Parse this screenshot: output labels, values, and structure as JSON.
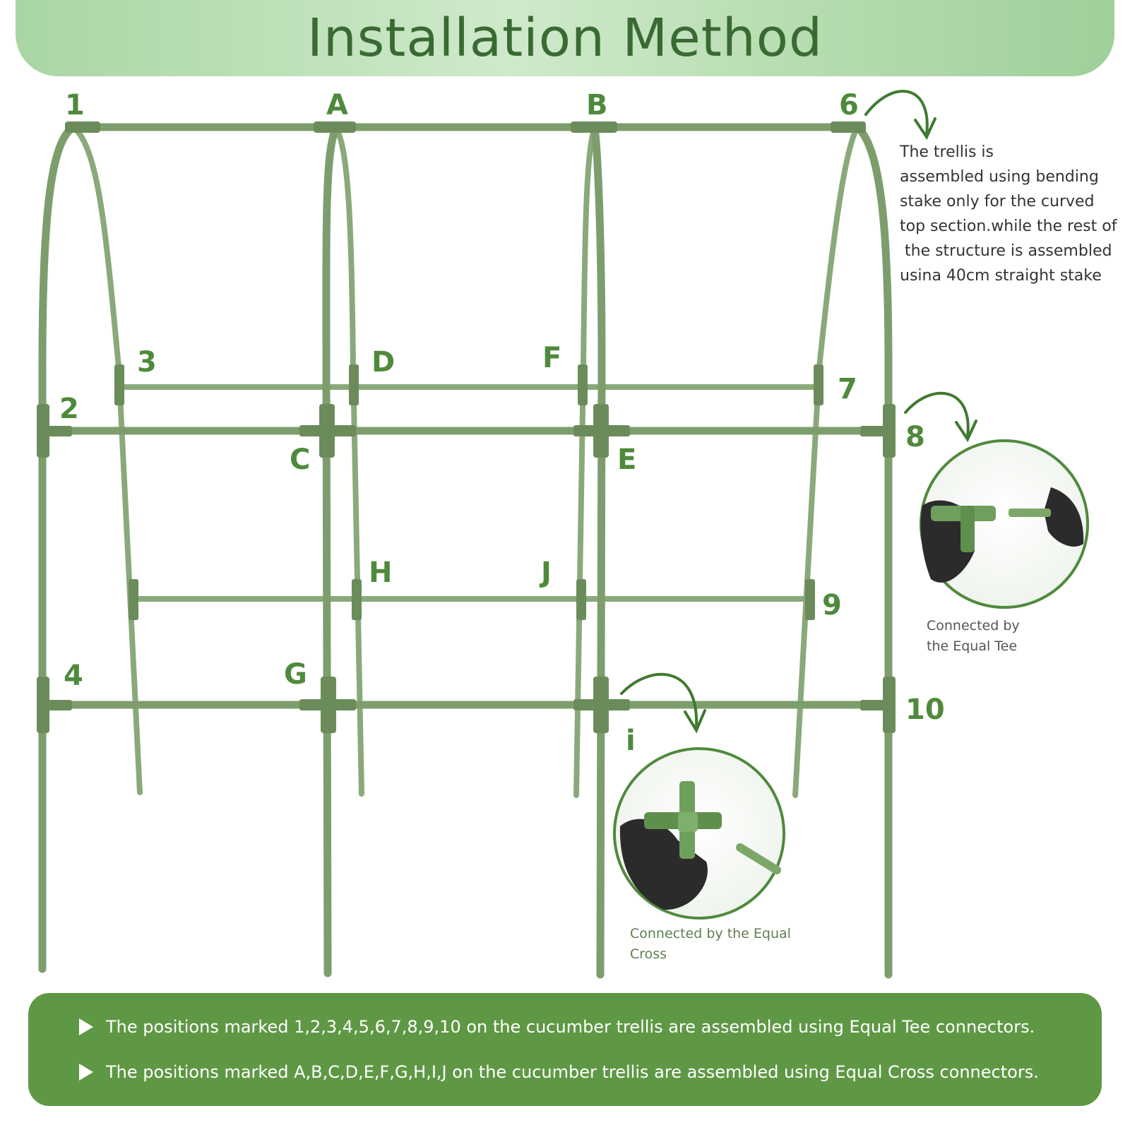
{
  "title": "Installation Method",
  "colors": {
    "banner": "#b8ddb2",
    "pipe": "#7e9d6c",
    "pipe_dark": "#5f7b51",
    "marker": "#4f8a3c",
    "footer": "#5f9845"
  },
  "markers": {
    "n1": "1",
    "n2": "2",
    "n3": "3",
    "n4": "4",
    "n6": "6",
    "n7": "7",
    "n8": "8",
    "n9": "9",
    "n10": "10",
    "A": "A",
    "B": "B",
    "C": "C",
    "D": "D",
    "E": "E",
    "F": "F",
    "G": "G",
    "H": "H",
    "i": "i",
    "J": "J"
  },
  "note": [
    "The trellis is",
    "assembled using bending",
    "stake only for the curved",
    "top section.while the rest of",
    " the structure is assembled",
    "usina 40cm straight stake"
  ],
  "captions": {
    "tee": [
      "Connected by",
      "the Equal Tee"
    ],
    "cross": [
      "Connected by the Equal",
      "Cross"
    ]
  },
  "footer": [
    "The positions marked 1,2,3,4,5,6,7,8,9,10 on the cucumber trellis are assembled using Equal Tee connectors.",
    "The positions marked A,B,C,D,E,F,G,H,I,J on the cucumber trellis are assembled using Equal Cross connectors."
  ]
}
